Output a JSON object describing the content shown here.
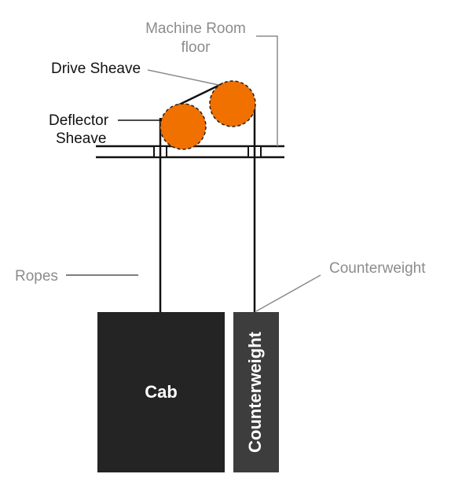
{
  "labels": {
    "machine_room_line1": "Machine Room",
    "machine_room_line2": "floor",
    "drive_sheave": "Drive Sheave",
    "deflector_line1": "Deflector",
    "deflector_line2": "Sheave",
    "ropes": "Ropes",
    "counterweight_callout": "Counterweight",
    "cab": "Cab",
    "counterweight_box": "Counterweight"
  },
  "colors": {
    "sheave": "#f07000",
    "cab": "#242424",
    "counterweight": "#3d3d3d",
    "line": "#111111",
    "callout_grey": "#8c8c8c"
  }
}
